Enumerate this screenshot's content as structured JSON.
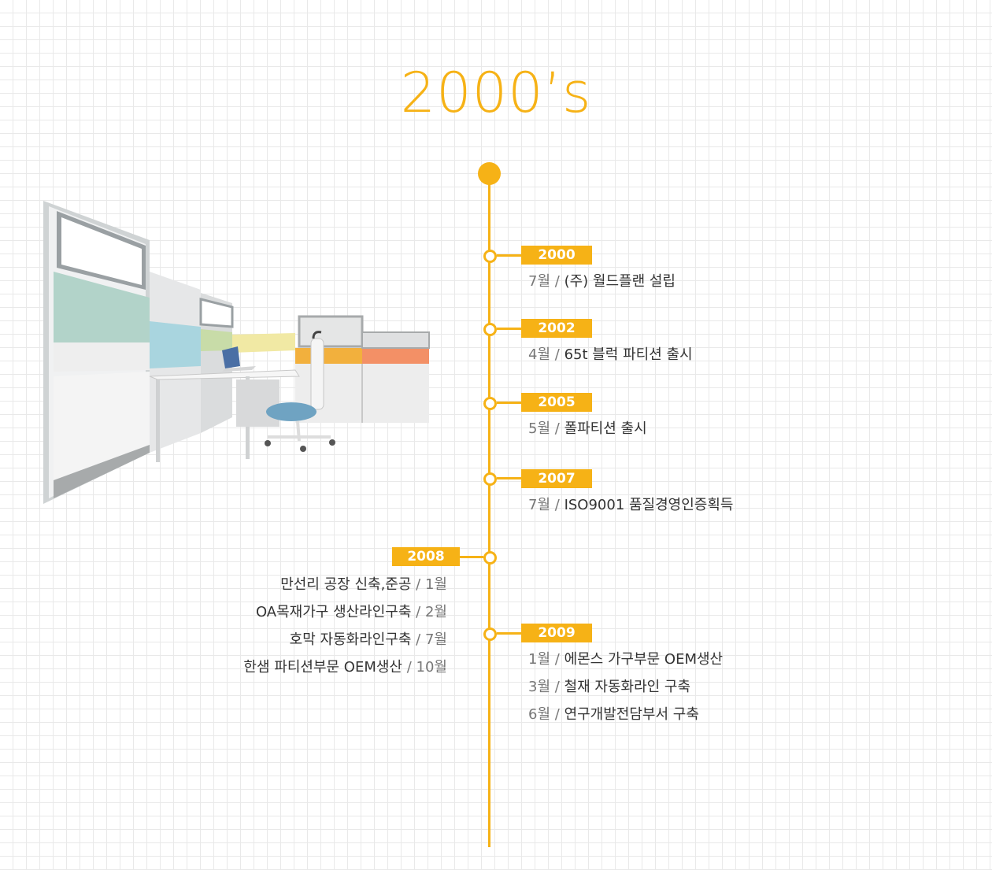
{
  "heading": "2000’s",
  "events_right": [
    {
      "year": "2000",
      "items": [
        {
          "month": "7월",
          "text": "(주) 월드플랜 설립"
        }
      ]
    },
    {
      "year": "2002",
      "items": [
        {
          "month": "4월",
          "text": "65t 블럭 파티션 출시"
        }
      ]
    },
    {
      "year": "2005",
      "items": [
        {
          "month": "5월",
          "text": "폴파티션 출시"
        }
      ]
    },
    {
      "year": "2007",
      "items": [
        {
          "month": "7월",
          "text": "ISO9001 품질경영인증획득"
        }
      ]
    },
    {
      "year": "2009",
      "items": [
        {
          "month": "1월",
          "text": "에몬스 가구부문 OEM생산"
        },
        {
          "month": "3월",
          "text": "철재 자동화라인 구축"
        },
        {
          "month": "6월",
          "text": "연구개발전담부서 구축"
        }
      ]
    }
  ],
  "events_left": [
    {
      "year": "2008",
      "items": [
        {
          "text": "만선리 공장 신축,준공",
          "month": "1월"
        },
        {
          "text": "OA목재가구 생산라인구축",
          "month": "2월"
        },
        {
          "text": "호막 자동화라인구축",
          "month": "7월"
        },
        {
          "text": "한샘 파티션부문 OEM생산",
          "month": "10월"
        }
      ]
    }
  ],
  "separator": "/",
  "colors": {
    "accent": "#f6b216",
    "text": "#333333",
    "muted": "#777777",
    "grid": "#e9e9e9"
  }
}
